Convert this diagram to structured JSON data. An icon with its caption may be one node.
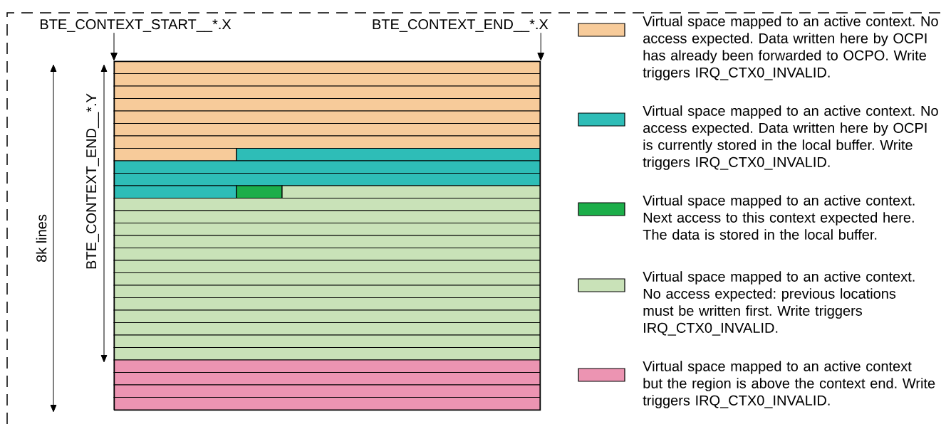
{
  "diagram": {
    "nodes": [
      {
        "text": [
          "BTE_CONTEXT_START__*.X"
        ]
      },
      {
        "text": [
          "BTE_CONTEXT_END__*.X"
        ]
      },
      {
        "text": [],
        "shape": "box"
      }
    ],
    "edges": [
      {
        "from": 0,
        "to": 2,
        "arrow": "to"
      },
      {
        "from": 1,
        "to": 2,
        "arrow": "to"
      }
    ],
    "labels": [
      "8k lines",
      "BTE_CONTEXT_END__*.Y"
    ],
    "legend": [
      {
        "text": "Virtual space mapped to an active context. No access expected. Data written here by OCPI has already been forwarded to OCPO. Write triggers IRQ_CTX0_INVALID.",
        "color": "#f7cb9a"
      },
      {
        "text": "Virtual space mapped to an active context. No access expected. Data written here by OCPI is currently stored in the local buffer. Write triggers IRQ_CTX0_INVALID.",
        "color": "#2ebdb7"
      },
      {
        "text": "Virtual space mapped to an active context. Next access to this context expected here. The data is stored in the local buffer.",
        "color": "#1cae4a"
      },
      {
        "text": "Virtual space mapped to an active context. No access expected: previous locations must be written first. Write triggers IRQ_CTX0_INVALID.",
        "color": "#c9e2b8"
      },
      {
        "text": "Virtual space mapped to an active context but the region is above the context end. Write triggers IRQ_CTX0_INVALID.",
        "color": "#ec94b2"
      }
    ]
  }
}
